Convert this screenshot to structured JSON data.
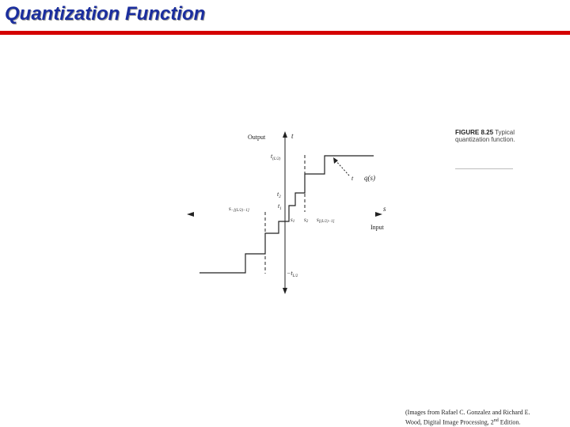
{
  "title": "Quantization Function",
  "colors": {
    "title": "#1b2e9e",
    "rule": "#d40000",
    "line": "#222222"
  },
  "figure": {
    "caption_label": "FIGURE 8.25",
    "caption_text": "Typical quantization function.",
    "axis_labels": {
      "output": "Output",
      "output_var": "t",
      "input": "Input",
      "input_var": "s"
    },
    "labels": {
      "t_top": "t",
      "t_top_sub": "(L/2)",
      "t2": "t",
      "t2_sub": "2",
      "t1": "t",
      "t1_sub": "1",
      "t_bottom": "−t",
      "t_bottom_sub": "L/2",
      "s_left": "s",
      "s_left_sub": "−[(L/2)−1]",
      "s1": "s",
      "s1_sub": "1",
      "s2": "s",
      "s2_sub": "2",
      "s_right": "s",
      "s_right_sub": "[(L/2)−1]",
      "pointer_t": "t",
      "function": "q(s)"
    }
  },
  "credit": {
    "line1": "(Images from Rafael C. Gonzalez and Richard E.",
    "line2_a": "Wood, Digital Image Processing, 2",
    "line2_sup": "nd",
    "line2_b": " Edition."
  }
}
